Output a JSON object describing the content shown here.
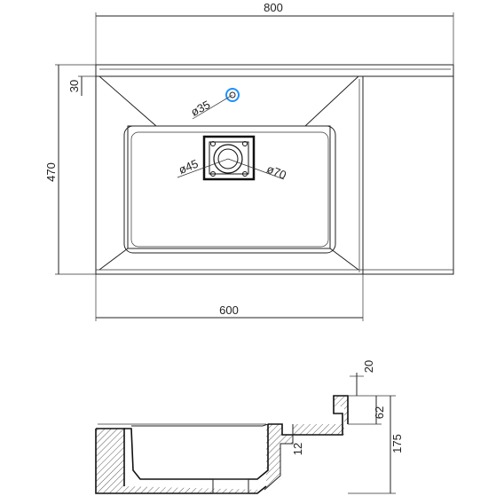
{
  "drawing": {
    "top_view": {
      "width_label": "800",
      "height_label": "470",
      "edge_label": "30",
      "bowl_width_label": "600",
      "tap_hole_label": "ø35",
      "drain_label": "ø45",
      "drain_outer_label": "ø70"
    },
    "section_view": {
      "step_label": "20",
      "rise_label": "62",
      "height_label": "175",
      "thickness_label": "12"
    },
    "colors": {
      "line": "#222222",
      "accent": "#1e90ff"
    }
  }
}
